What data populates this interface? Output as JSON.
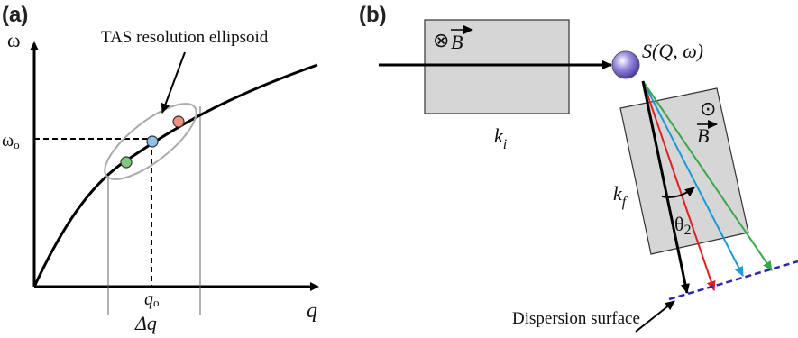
{
  "panel_a": {
    "label": "(a)",
    "y_axis_label": "ω",
    "x_axis_label": "q",
    "omega0_label": "ω",
    "omega0_sub": "o",
    "q0_label": "q",
    "q0_sub": "o",
    "delta_q_label": "Δq",
    "ellipsoid_note": "TAS resolution ellipsoid",
    "dot_colors": [
      "#7ec97e",
      "#8fc0ea",
      "#f0907e"
    ]
  },
  "panel_b": {
    "label": "(b)",
    "field_symbol_in": "⊗",
    "field_symbol_out": "⊙",
    "field_letter": "B",
    "ki_label": "k",
    "ki_sub": "i",
    "kf_label": "k",
    "kf_sub": "f",
    "theta_label": "θ",
    "theta_sub": "2",
    "sample_label": "S(Q, ω)",
    "dispersion_label": "Dispersion surface",
    "ray_colors": [
      "#e02020",
      "#1a9ad6",
      "#3aa84a"
    ],
    "sample_color": "#9d8fe0",
    "box_color": "#d6d6d6",
    "dispersion_color": "#2a2aa8"
  }
}
